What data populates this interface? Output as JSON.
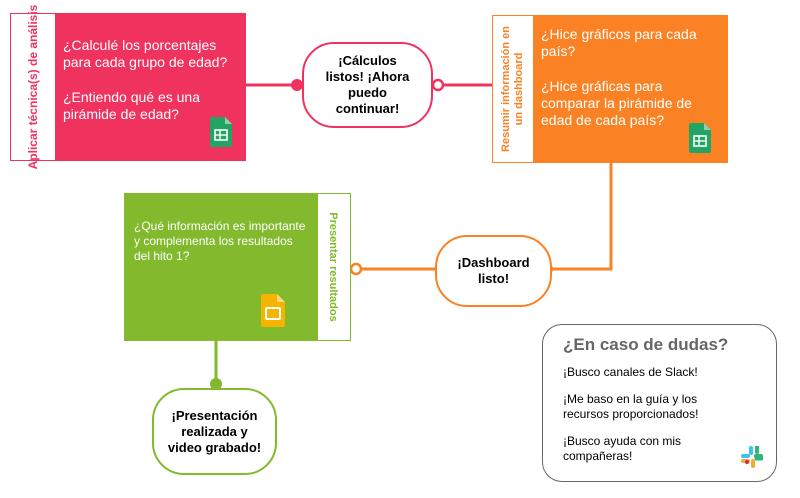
{
  "colors": {
    "pink": "#f0325e",
    "orange": "#fa8225",
    "green": "#82b92d",
    "help_border": "#666666"
  },
  "card_analysis": {
    "side_label": "Aplicar técnica(s) de análisis",
    "q1": "¿Calculé los porcentajes para cada grupo de edad?",
    "q2": "¿Entiendo qué es una pirámide de edad?",
    "icon": "google-sheets-icon"
  },
  "milestone_calc": {
    "label": "¡Cálculos listos! ¡Ahora puedo continuar!"
  },
  "card_dashboard": {
    "side_label": "Resumir información en un dashboard",
    "q1": "¿Hice gráficos para cada país?",
    "q2": "¿Hice gráficas para comparar la pirámide de edad de cada país?",
    "icon": "google-sheets-icon"
  },
  "milestone_dashboard": {
    "label": "¡Dashboard listo!"
  },
  "card_present": {
    "side_label": "Presentar resultados",
    "q1": "¿Qué información es importante y complementa los resultados del hito 1?",
    "icon": "google-slides-icon"
  },
  "milestone_present": {
    "label": "¡Presentación realizada y video grabado!"
  },
  "help": {
    "title": "¿En caso de dudas?",
    "item1": "¡Busco canales de Slack!",
    "item2": "¡Me baso en la guía y los recursos proporcionados!",
    "item3": "¡Busco ayuda con mis compañeras!",
    "icon": "slack-icon"
  }
}
